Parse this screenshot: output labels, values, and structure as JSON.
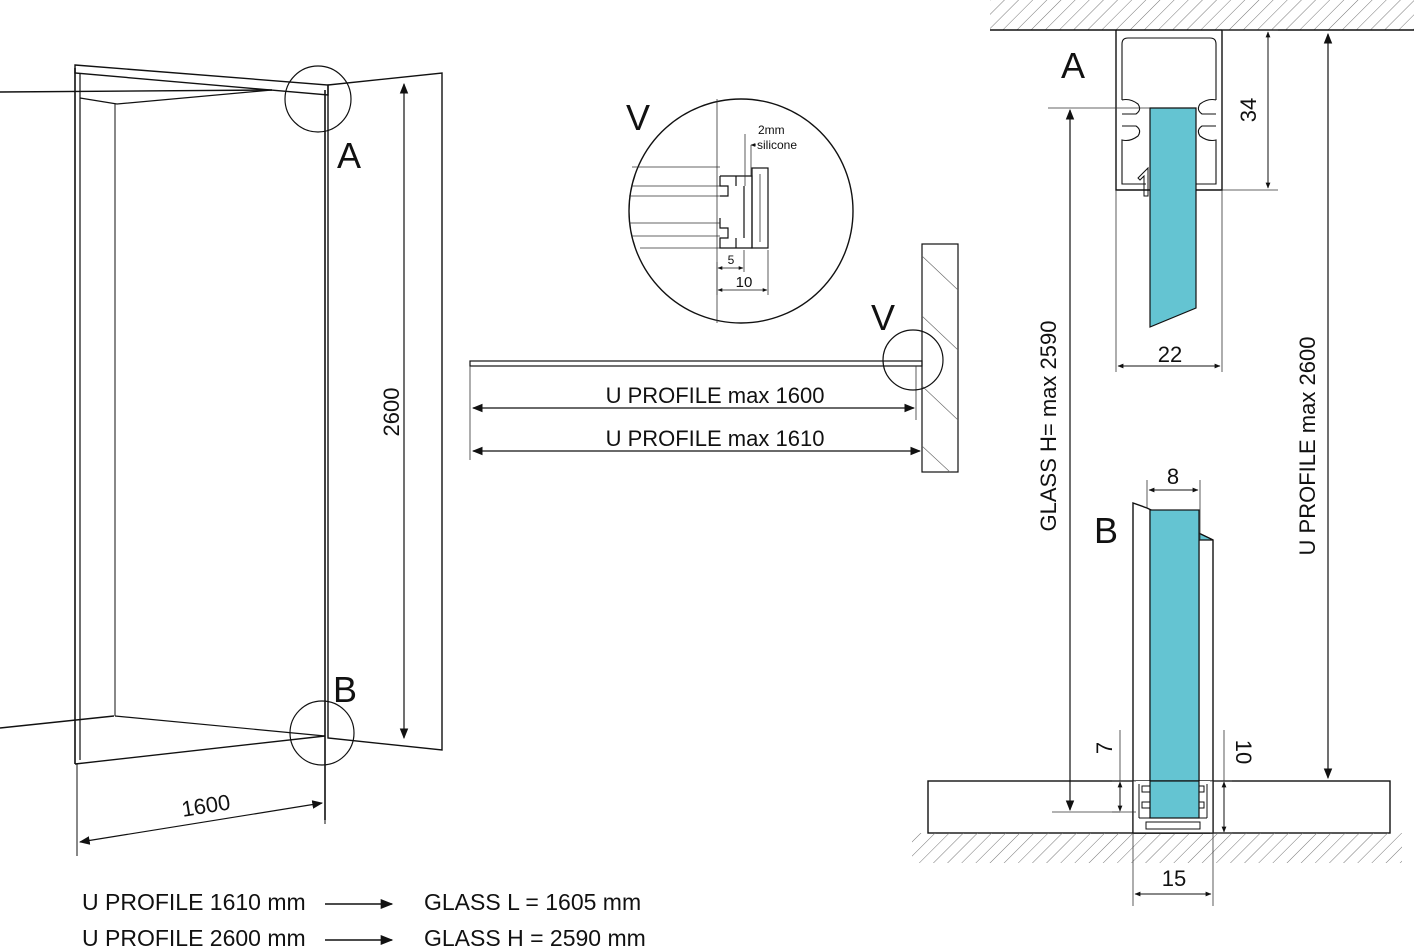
{
  "elevation": {
    "width_dim": "1600",
    "height_dim": "2600",
    "detail_a": "A",
    "detail_b": "B"
  },
  "plan": {
    "detail_v": "V",
    "dim_profile_1600": "U PROFILE max 1600",
    "dim_profile_1610": "U PROFILE max 1610"
  },
  "detail_v": {
    "label": "V",
    "silicone_line1": "2mm",
    "silicone_line2": "silicone",
    "dim_5": "5",
    "dim_10": "10"
  },
  "section": {
    "top_label": "A",
    "bottom_label": "B",
    "dim_34": "34",
    "dim_22": "22",
    "dim_8": "8",
    "dim_7": "7",
    "dim_10": "10",
    "dim_15": "15",
    "glass_height": "GLASS H= max 2590",
    "profile_height": "U PROFILE max 2600"
  },
  "notes": [
    {
      "profile": "U PROFILE 1610 mm",
      "glass": "GLASS L = 1605 mm"
    },
    {
      "profile": "U PROFILE 2600 mm",
      "glass": "GLASS H = 2590 mm"
    }
  ],
  "colors": {
    "glass": "#64c4d2",
    "line": "#111111"
  }
}
